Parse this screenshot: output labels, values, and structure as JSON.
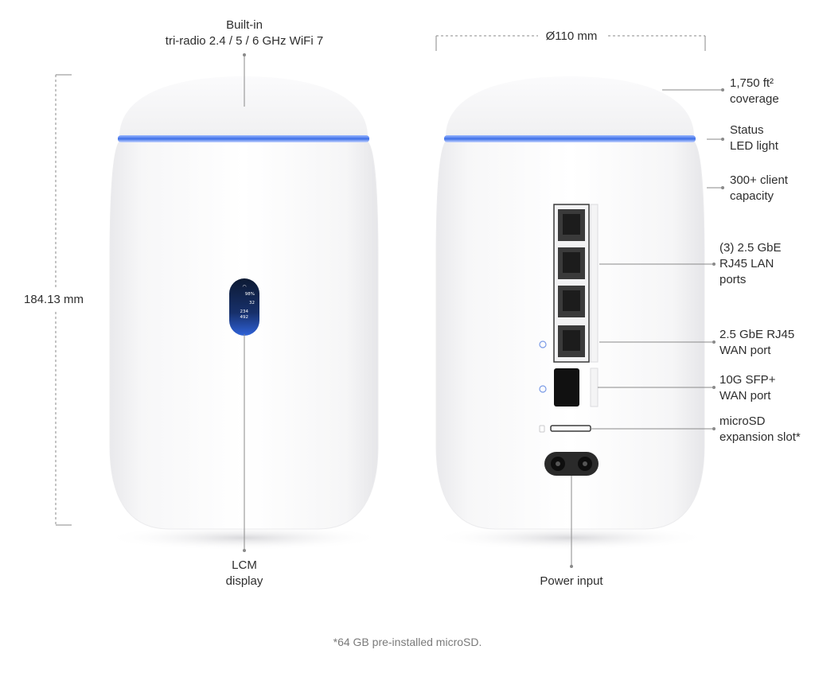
{
  "left_device": {
    "top_label": [
      "Built-in",
      "tri-radio 2.4 / 5 / 6 GHz WiFi 7"
    ],
    "bottom_label": [
      "LCM",
      "display"
    ],
    "height_label": "184.13 mm"
  },
  "right_device": {
    "diameter_label": "Ø110 mm",
    "callouts": [
      {
        "id": "coverage",
        "lines": [
          "1,750 ft²",
          "coverage"
        ]
      },
      {
        "id": "status-led",
        "lines": [
          "Status",
          "LED light"
        ]
      },
      {
        "id": "client-capacity",
        "lines": [
          "300+ client",
          "capacity"
        ]
      },
      {
        "id": "lan-ports",
        "lines": [
          "(3) 2.5 GbE",
          "RJ45 LAN",
          "ports"
        ]
      },
      {
        "id": "wan-port",
        "lines": [
          "2.5 GbE RJ45",
          "WAN port"
        ]
      },
      {
        "id": "sfp-port",
        "lines": [
          "10G SFP+",
          "WAN port"
        ]
      },
      {
        "id": "microsd-slot",
        "lines": [
          "microSD",
          "expansion slot*"
        ]
      }
    ],
    "bottom_label": "Power input"
  },
  "lcm_screen": {
    "line1": "98%",
    "line2": "32",
    "line3": "234",
    "line4": "492"
  },
  "footnote": "*64 GB pre-installed microSD.",
  "colors": {
    "body": "#ffffff",
    "led": "#3d6fe8",
    "line": "#8a8a8a",
    "port": "#2a2a2a"
  }
}
